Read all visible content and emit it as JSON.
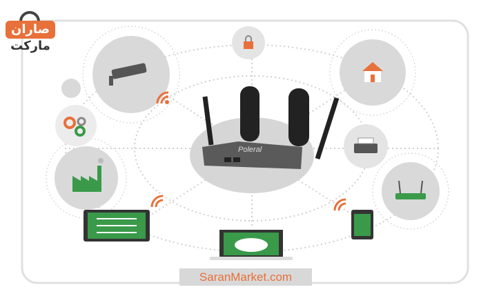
{
  "logo": {
    "line1": "صاران",
    "line2": "مارکت"
  },
  "router": {
    "brand": "Poleral"
  },
  "watermark": "SaranMarket.com",
  "colors": {
    "accent": "#e8703a",
    "circle": "#d9d9d9",
    "screen": "#3a9a4a",
    "frame": "#dddddd"
  }
}
